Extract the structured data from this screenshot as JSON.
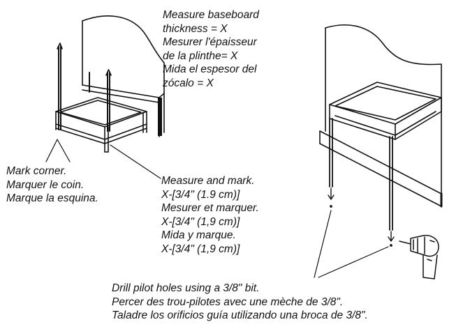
{
  "labels": {
    "baseboard": [
      "Measure baseboard",
      "thickness = X",
      "Mesurer l'épaisseur",
      "de la plinthe= X",
      "Mida el espesor del",
      "zócalo = X"
    ],
    "corner": [
      "Mark corner.",
      "Marquer le coin.",
      "Marque la esquina."
    ],
    "measure": [
      "Measure and mark.",
      "X-[3/4\" (1.9 cm)]",
      "Mesurer et marquer.",
      "X-[3/4\" (1,9 cm)]",
      "Mida y marque.",
      "X-[3/4\" (1,9 cm)]"
    ],
    "drill": [
      "Drill pilot holes using a 3/8\" bit.",
      "Percer des trou-pilotes avec une mèche de 3/8\".",
      "Taladre los orificios guía utilizando una broca de 3/8\"."
    ]
  },
  "icons": [
    "drill-icon",
    "pilot-hole-marker-icon"
  ],
  "colors": {
    "ink": "#111111",
    "paper": "#ffffff"
  }
}
